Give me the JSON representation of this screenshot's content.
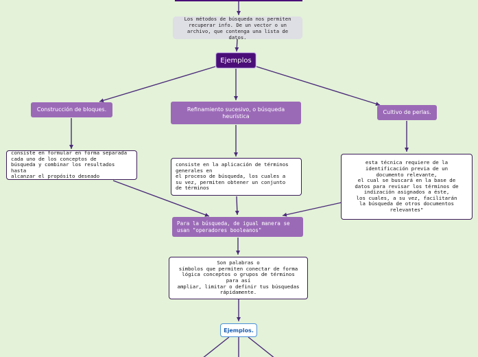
{
  "nodes": {
    "intro": "Los métodos de búsqueda nos permiten\nrecuperar info. De un vector o un\narchivo, que contenga una lista de datos.",
    "ejemplos_top": "Ejemplos",
    "bloques": "Construcción de bloques.",
    "refinamiento": "Refinamiento sucesivo, o búsqueda\nheurística",
    "perlas": "Cultivo de perlas.",
    "bloques_desc": "consiste en formular en forma separada\ncada uno de los conceptos de\nbúsqueda y combinar los resultados hasta\nalcanzar el propósito deseado",
    "refinamiento_desc": "consiste en la aplicación de términos\ngenerales en\nel proceso de búsqueda, los cuales a\nsu vez, permiten obtener un conjunto\nde términos",
    "perlas_desc": "esta técnica requiere de la\nidentificación previa de un\ndocumento relevante,\nel cual se buscará en la base de\ndatos para revisar los términos de\nindización asignados a éste,\nlos cuales, a su vez, facilitarán\nla búsqueda de otros documentos\nrelevantes\"",
    "booleanos": "Para la búsqueda, de igual manera se\nusan \"operadores booleanos\"",
    "palabras": "Son palabras o\nsímbolos que permiten conectar de forma\nlógica conceptos o grupos de términos\npara así\nampliar, limitar o definir tus búsquedas\nrápidamente.",
    "ejemplos_bottom": "Ejemplos."
  },
  "colors": {
    "background": "#e3f2d8",
    "edge": "#4b2a7a",
    "dark_node": "#4b0e78",
    "purple_node": "#9b6ab7",
    "gray_node": "#dedee5",
    "blue_border": "#4a90d9"
  }
}
